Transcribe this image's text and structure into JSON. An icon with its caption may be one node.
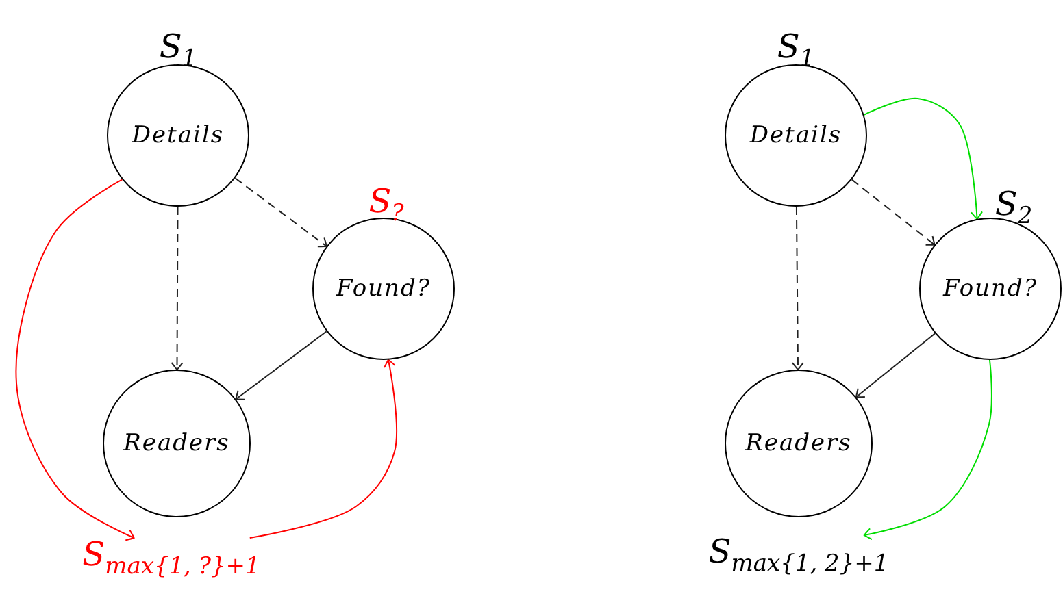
{
  "diagram": {
    "nodes": [
      {
        "text": [
          "Details"
        ],
        "beside": [
          "S$_{1}$"
        ]
      },
      {
        "text": [
          "Found?"
        ],
        "beside": [
          "S$_{?}$"
        ]
      },
      {
        "text": [
          "Readers"
        ]
      },
      {
        "text": [
          "S",
          "max{1, ?}+1"
        ]
      },
      {
        "text": [
          "Details"
        ],
        "beside": [
          "S$_{1}$"
        ]
      },
      {
        "text": [
          "Found?"
        ],
        "beside": [
          "S$_{2}$"
        ]
      },
      {
        "text": [
          "Readers"
        ]
      },
      {
        "text": [
          "S",
          "max{1, 2}+1"
        ]
      }
    ],
    "edges": [
      {
        "from": 0,
        "to": 2,
        "arrow": "to",
        "style": "dashed"
      },
      {
        "from": 0,
        "to": 1,
        "arrow": "to",
        "style": "dashed"
      },
      {
        "from": 1,
        "to": 2,
        "arrow": "to"
      },
      {
        "from": 0,
        "to": 3,
        "arrow": "to",
        "color": "#ff0000"
      },
      {
        "from": 3,
        "to": 1,
        "arrow": "to",
        "color": "#ff0000"
      },
      {
        "from": 4,
        "to": 6,
        "arrow": "to",
        "style": "dashed"
      },
      {
        "from": 4,
        "to": 5,
        "arrow": "to",
        "style": "dashed"
      },
      {
        "from": 5,
        "to": 6,
        "arrow": "to"
      },
      {
        "from": 4,
        "to": 5,
        "arrow": "to",
        "color": "#00dd00"
      },
      {
        "from": 5,
        "to": 7,
        "arrow": "to",
        "color": "#00dd00"
      }
    ]
  }
}
